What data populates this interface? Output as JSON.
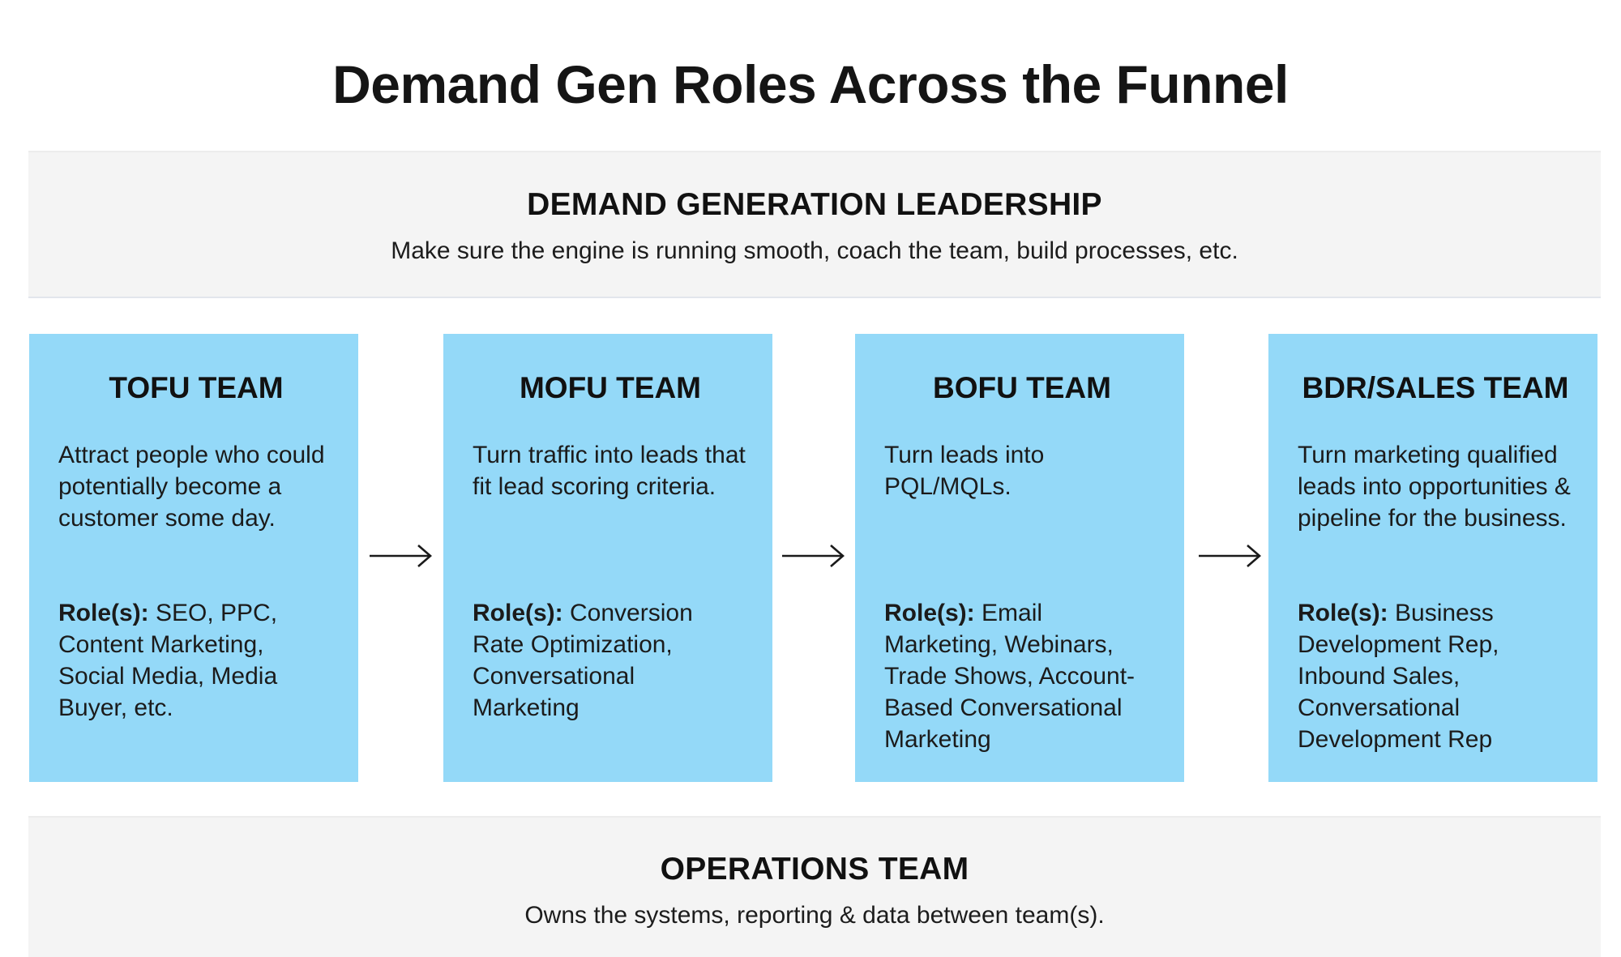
{
  "title": "Demand Gen Roles Across the Funnel",
  "leadership": {
    "title": "DEMAND GENERATION LEADERSHIP",
    "description": "Make sure the engine is running smooth, coach the team, build processes, etc."
  },
  "teams": [
    {
      "title": "TOFU TEAM",
      "description": "Attract people who could potentially become a customer some day.",
      "roles_label": "Role(s):",
      "roles": "SEO, PPC, Content Marketing, Social Media, Media Buyer, etc."
    },
    {
      "title": "MOFU TEAM",
      "description": "Turn traffic into leads that fit lead scoring criteria.",
      "roles_label": "Role(s):",
      "roles": "Conversion Rate Optimization, Conversational Marketing"
    },
    {
      "title": "BOFU TEAM",
      "description": "Turn leads into PQL/MQLs.",
      "roles_label": "Role(s):",
      "roles": "Email Marketing, Webinars, Trade Shows, Account-Based Conversational Marketing"
    },
    {
      "title": "BDR/SALES TEAM",
      "description": "Turn marketing qualified leads into opportunities & pipeline for the business.",
      "roles_label": "Role(s):",
      "roles": "Business Development Rep, Inbound Sales, Conversational Development Rep"
    }
  ],
  "operations": {
    "title": "OPERATIONS TEAM",
    "description": "Owns the systems, reporting & data between team(s)."
  },
  "colors": {
    "card_fill": "#94d9f8",
    "band_fill": "#f4f4f4",
    "text": "#161616"
  },
  "icons": [
    "arrow-right-icon"
  ]
}
